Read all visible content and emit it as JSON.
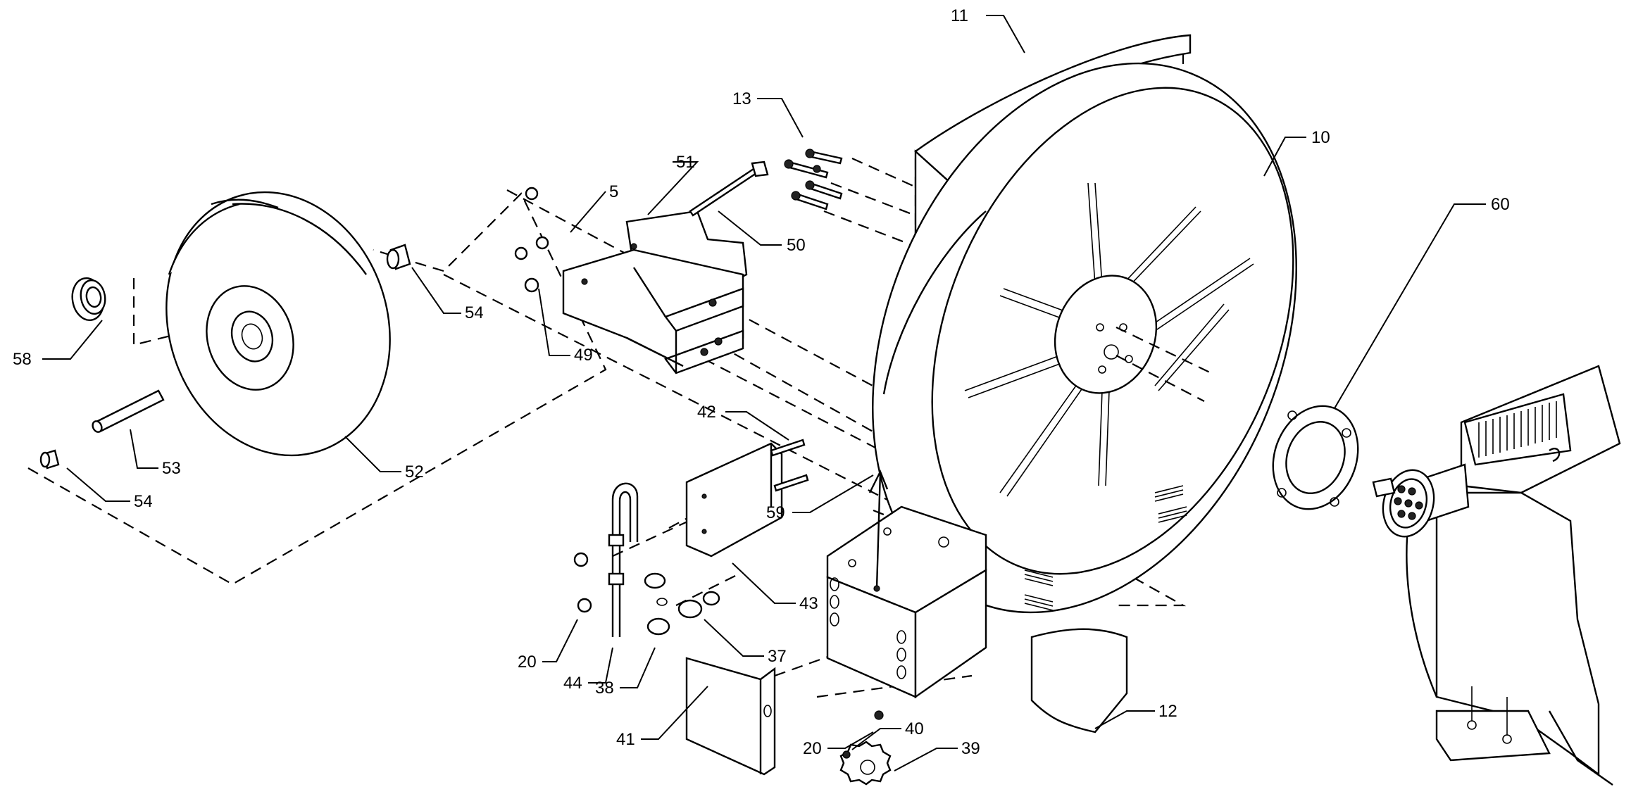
{
  "callouts": [
    {
      "key": "c11",
      "label": "11"
    },
    {
      "key": "c13",
      "label": "13"
    },
    {
      "key": "c10",
      "label": "10"
    },
    {
      "key": "c60",
      "label": "60"
    },
    {
      "key": "c51",
      "label": "51"
    },
    {
      "key": "c5",
      "label": "5"
    },
    {
      "key": "c50",
      "label": "50"
    },
    {
      "key": "c54a",
      "label": "54"
    },
    {
      "key": "c58",
      "label": "58"
    },
    {
      "key": "c49",
      "label": "49"
    },
    {
      "key": "c53",
      "label": "53"
    },
    {
      "key": "c52",
      "label": "52"
    },
    {
      "key": "c54b",
      "label": "54"
    },
    {
      "key": "c42",
      "label": "42"
    },
    {
      "key": "c59",
      "label": "59"
    },
    {
      "key": "c43",
      "label": "43"
    },
    {
      "key": "c37",
      "label": "37"
    },
    {
      "key": "c20a",
      "label": "20"
    },
    {
      "key": "c44",
      "label": "44"
    },
    {
      "key": "c38",
      "label": "38"
    },
    {
      "key": "c41",
      "label": "41"
    },
    {
      "key": "c20b",
      "label": "20"
    },
    {
      "key": "c40",
      "label": "40"
    },
    {
      "key": "c39",
      "label": "39"
    },
    {
      "key": "c12",
      "label": "12"
    }
  ]
}
